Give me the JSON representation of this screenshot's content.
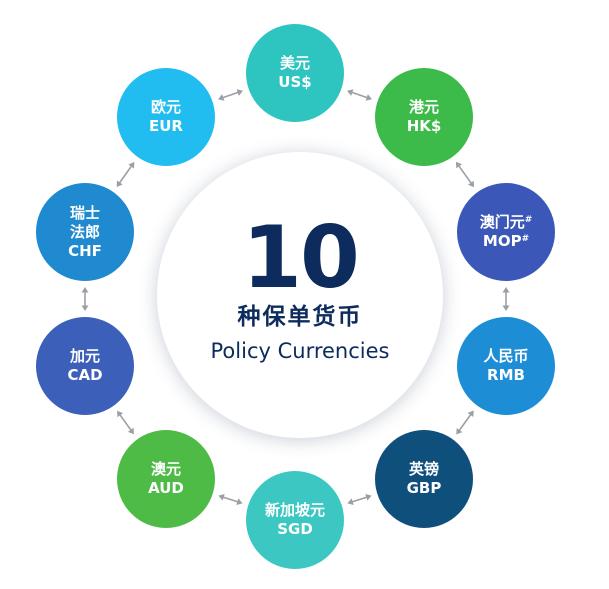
{
  "center": {
    "number": "10",
    "title_cn": "种保单货币",
    "title_en": "Policy Currencies"
  },
  "nodes": [
    {
      "id": "usd",
      "cn": "美元",
      "code": "US$",
      "note": "",
      "color": "#2ec4c0"
    },
    {
      "id": "hkd",
      "cn": "港元",
      "code": "HK$",
      "note": "",
      "color": "#3dbb4a"
    },
    {
      "id": "mop",
      "cn": "澳门元",
      "code": "MOP",
      "note": "#",
      "color": "#3b58b8"
    },
    {
      "id": "rmb",
      "cn": "人民币",
      "code": "RMB",
      "note": "",
      "color": "#1d8ed6"
    },
    {
      "id": "gbp",
      "cn": "英镑",
      "code": "GBP",
      "note": "",
      "color": "#0f4f7c"
    },
    {
      "id": "sgd",
      "cn": "新加坡元",
      "code": "SGD",
      "note": "",
      "color": "#3cc7c3"
    },
    {
      "id": "aud",
      "cn": "澳元",
      "code": "AUD",
      "note": "",
      "color": "#4dbb46"
    },
    {
      "id": "cad",
      "cn": "加元",
      "code": "CAD",
      "note": "",
      "color": "#3c5fb9"
    },
    {
      "id": "chf",
      "cn": "瑞士法郎",
      "code": "CHF",
      "note": "",
      "color": "#1f8ad0"
    },
    {
      "id": "eur",
      "cn": "欧元",
      "code": "EUR",
      "note": "",
      "color": "#22bdf0"
    }
  ],
  "colors": {
    "arrow": "#9aa0a6",
    "center_text": "#0d2b5c"
  }
}
